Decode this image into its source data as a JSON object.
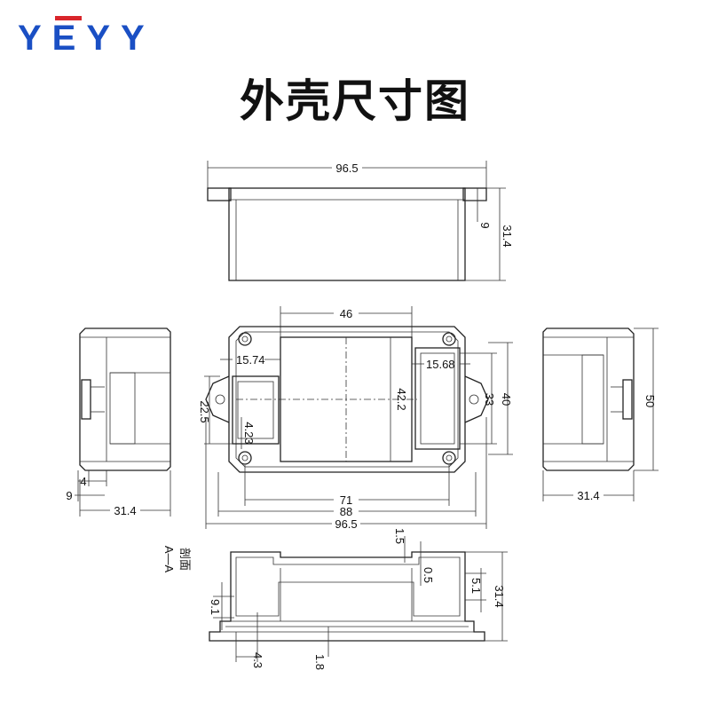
{
  "brand": {
    "name": "YEYY",
    "color_blue": "#1a4fc4",
    "color_red": "#d9252b"
  },
  "title": "外壳尺寸图",
  "top_view": {
    "width": "96.5",
    "flange": "9",
    "height": "31.4"
  },
  "front_view": {
    "window_width": "46",
    "left_offset": "15.74",
    "right_offset": "15.68",
    "window_height": "42.2",
    "inner_height": "33",
    "outer_height": "40",
    "ear_height": "22.5",
    "ear_offset": "4.23",
    "hole_pitch": "71",
    "body_width": "88",
    "overall_width": "96.5"
  },
  "left_view": {
    "ear": "4",
    "flange": "9",
    "depth": "31.4"
  },
  "right_view": {
    "height": "50",
    "depth": "31.4"
  },
  "section_view": {
    "label": "剖面",
    "label_sub": "A—A",
    "wall": "1.5",
    "gap": "0.5",
    "step": "5.1",
    "height": "31.4",
    "inner": "9.1",
    "foot": "4.3",
    "base": "1.8"
  }
}
